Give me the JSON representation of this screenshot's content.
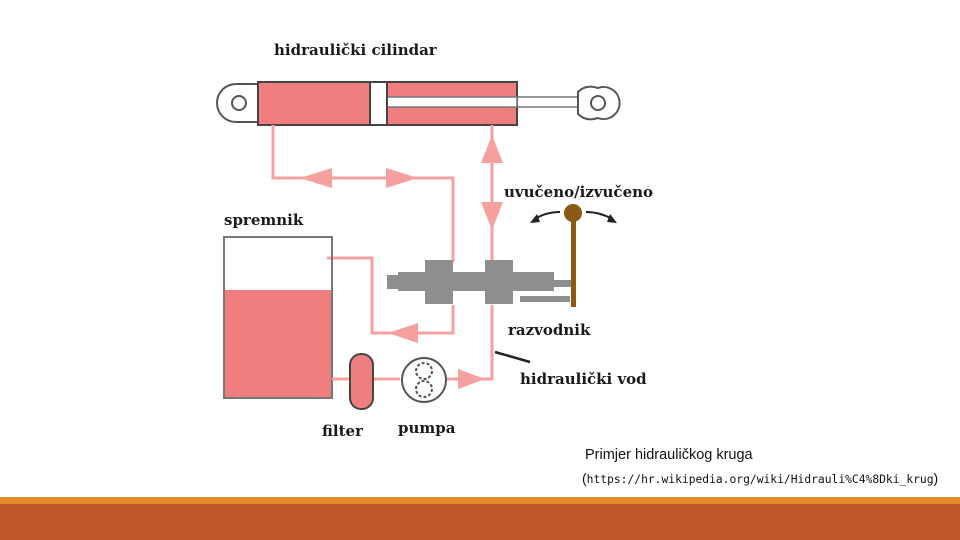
{
  "diagram": {
    "labels": {
      "cylinder": "hidraulički cilindar",
      "direction": "uvučeno/izvučeno",
      "tank": "spremnik",
      "valve": "razvodnik",
      "line": "hidraulički vod",
      "filter": "filter",
      "pump": "pumpa"
    }
  },
  "caption": {
    "title": "Primjer hidrauličkog kruga",
    "source": "https://hr.wikipedia.org/wiki/Hidrauli%C4%8Dki_krug"
  },
  "colors": {
    "fluid": "#f07e7e",
    "fluid_light": "#f7a0a0",
    "valve_gray": "#8e8e8e",
    "lever_brown": "#8b5a14",
    "footer_bar": "#c0582b",
    "footer_thin": "#e08a2a"
  }
}
